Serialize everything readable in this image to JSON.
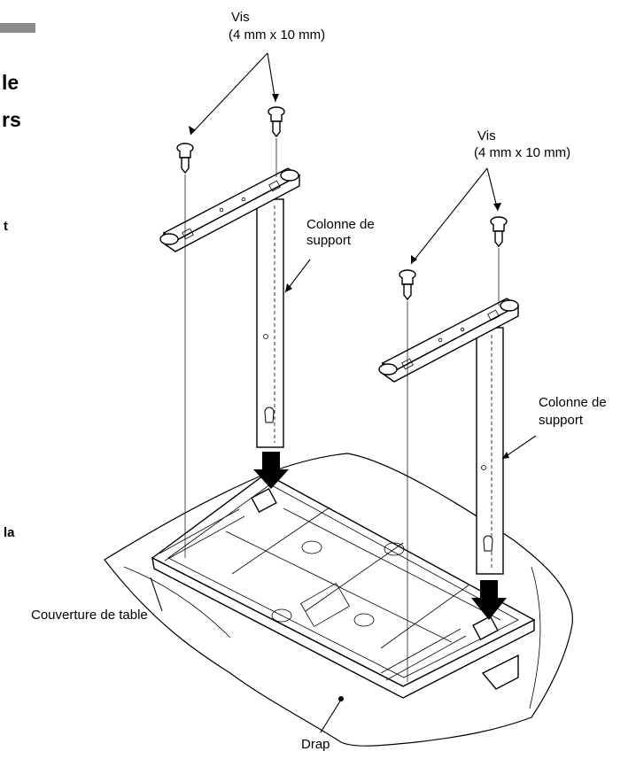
{
  "left_column": {
    "fragments": [
      "le",
      "rs",
      "t",
      "la"
    ]
  },
  "labels": {
    "screws_left_line1": "Vis",
    "screws_left_line2": "(4 mm x 10 mm)",
    "screws_right_line1": "Vis",
    "screws_right_line2": "(4 mm x 10 mm)",
    "column_left_line1": "Colonne de",
    "column_left_line2": "support",
    "column_right_line1": "Colonne de",
    "column_right_line2": "support",
    "table_cover": "Couverture de table",
    "sheet": "Drap"
  }
}
